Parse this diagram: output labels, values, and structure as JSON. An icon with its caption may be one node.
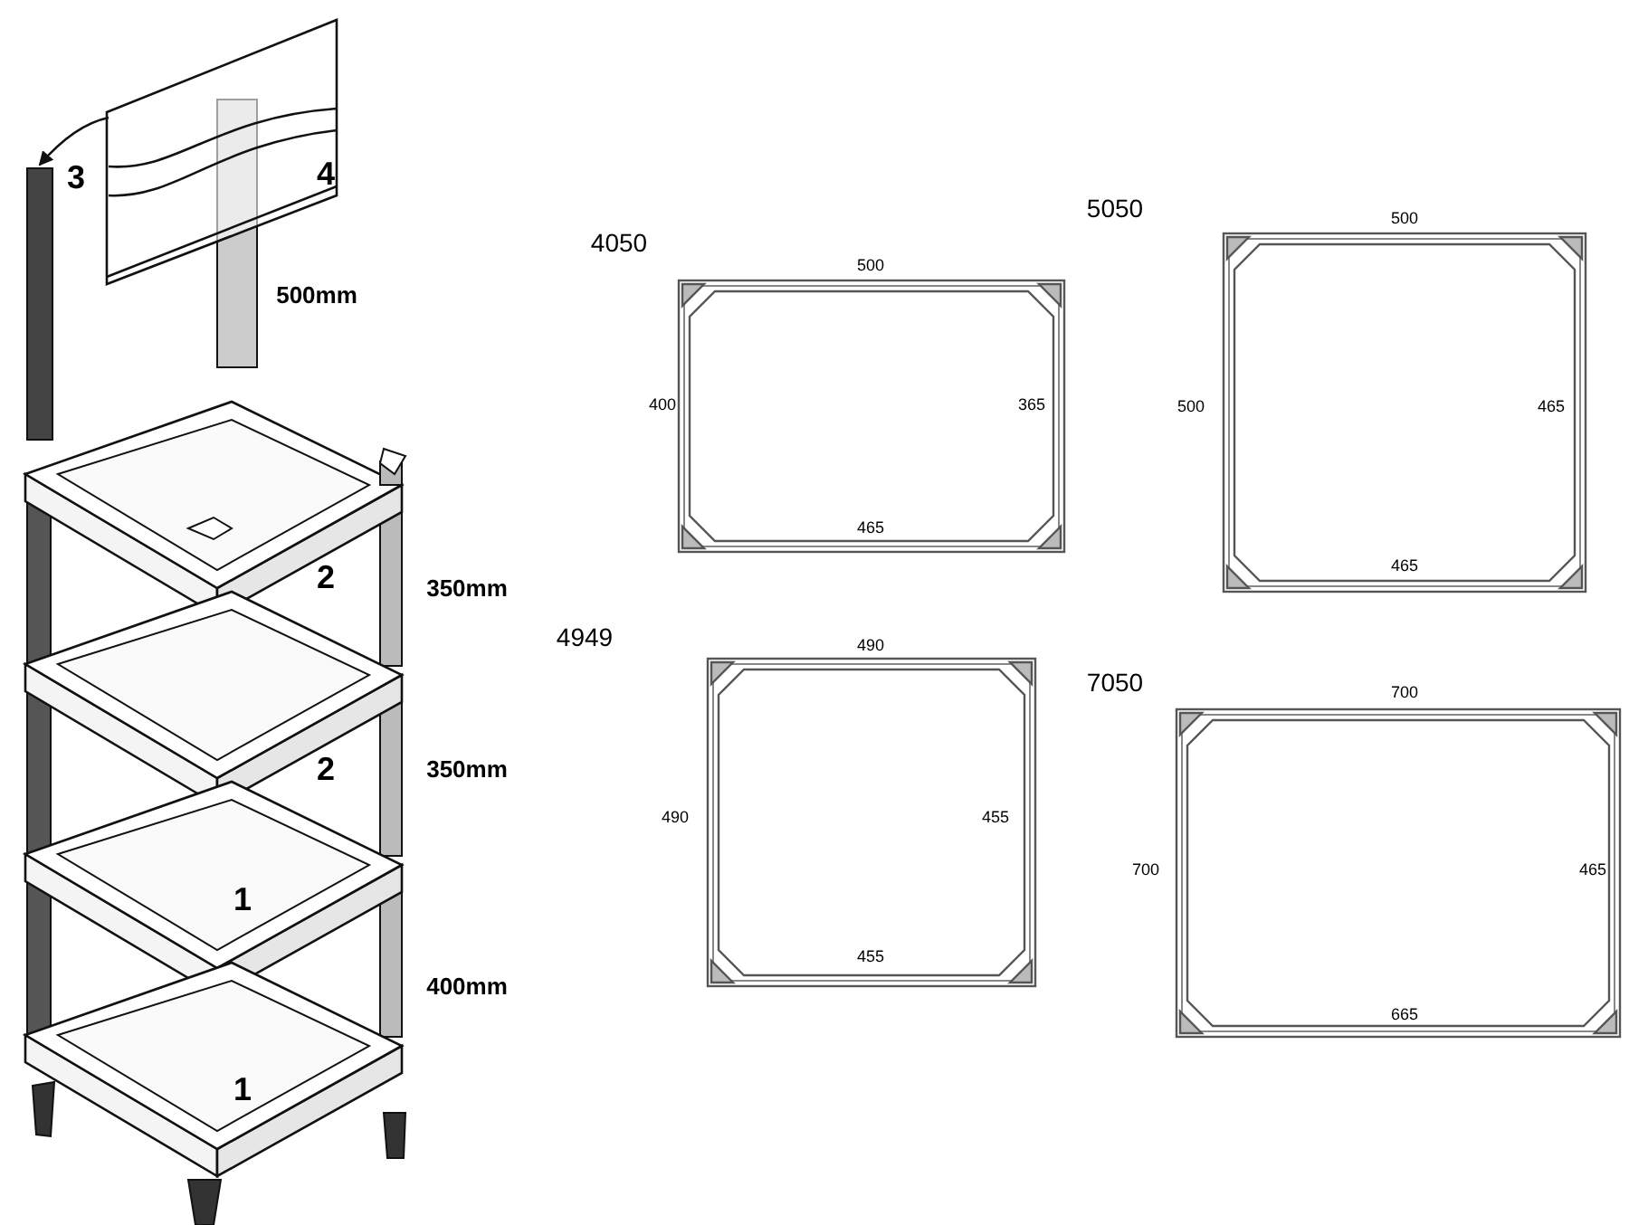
{
  "diagram": {
    "nodes": [
      {
        "text": [],
        "shape": "picture"
      },
      {
        "text": [],
        "shape": "bar"
      }
    ],
    "edges": [
      {
        "from": 0,
        "to": 1,
        "arrow": "to"
      }
    ],
    "labels": [
      "3",
      "4",
      "500mm",
      "2",
      "350mm",
      "2",
      "350mm",
      "1",
      "400mm",
      "1",
      "4050",
      "500",
      "400",
      "365",
      "465",
      "5050",
      "500",
      "500",
      "465",
      "465",
      "4949",
      "490",
      "490",
      "455",
      "455",
      "7050",
      "700",
      "700",
      "465",
      "665"
    ]
  }
}
